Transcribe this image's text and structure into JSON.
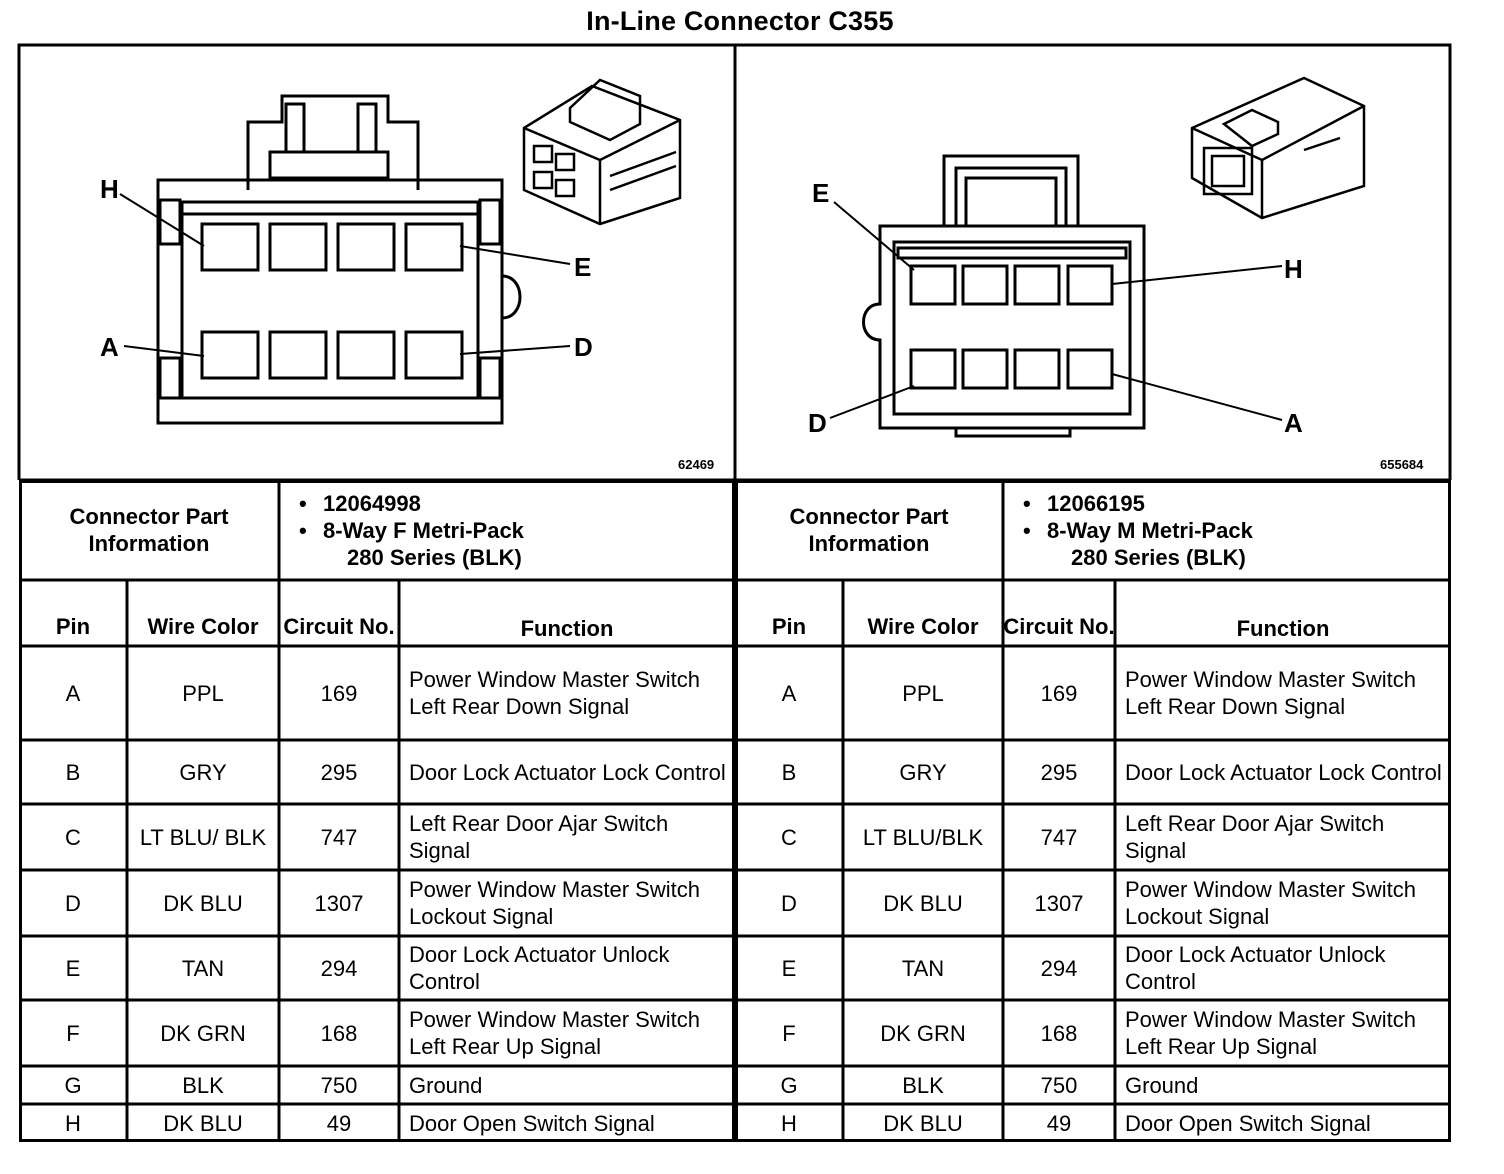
{
  "title": "In-Line Connector C355",
  "left": {
    "figure_number": "62469",
    "pin_callouts": [
      "H",
      "E",
      "A",
      "D"
    ],
    "part_header": "Connector Part Information",
    "part_number": "12064998",
    "part_desc_line1": "8-Way F Metri-Pack",
    "part_desc_line2": "280 Series (BLK)",
    "headers": {
      "pin": "Pin",
      "wire_color": "Wire Color",
      "circuit": "Circuit No.",
      "function": "Function"
    },
    "rows": [
      {
        "pin": "A",
        "color": "PPL",
        "circuit": "169",
        "function": "Power Window Master Switch Left Rear Down Signal"
      },
      {
        "pin": "B",
        "color": "GRY",
        "circuit": "295",
        "function": "Door Lock Actuator Lock Control"
      },
      {
        "pin": "C",
        "color": "LT BLU/ BLK",
        "circuit": "747",
        "function": "Left Rear Door Ajar Switch Signal"
      },
      {
        "pin": "D",
        "color": "DK BLU",
        "circuit": "1307",
        "function": "Power Window Master Switch Lockout Signal"
      },
      {
        "pin": "E",
        "color": "TAN",
        "circuit": "294",
        "function": "Door Lock Actuator Unlock Control"
      },
      {
        "pin": "F",
        "color": "DK GRN",
        "circuit": "168",
        "function": "Power Window Master Switch Left Rear Up Signal"
      },
      {
        "pin": "G",
        "color": "BLK",
        "circuit": "750",
        "function": "Ground"
      },
      {
        "pin": "H",
        "color": "DK BLU",
        "circuit": "49",
        "function": "Door Open Switch Signal"
      }
    ]
  },
  "right": {
    "figure_number": "655684",
    "pin_callouts": [
      "E",
      "H",
      "D",
      "A"
    ],
    "part_header": "Connector Part Information",
    "part_number": "12066195",
    "part_desc_line1": "8-Way M Metri-Pack",
    "part_desc_line2": "280 Series (BLK)",
    "headers": {
      "pin": "Pin",
      "wire_color": "Wire Color",
      "circuit": "Circuit No.",
      "function": "Function"
    },
    "rows": [
      {
        "pin": "A",
        "color": "PPL",
        "circuit": "169",
        "function": "Power Window Master Switch Left Rear Down Signal"
      },
      {
        "pin": "B",
        "color": "GRY",
        "circuit": "295",
        "function": "Door Lock Actuator Lock Control"
      },
      {
        "pin": "C",
        "color": "LT BLU/BLK",
        "circuit": "747",
        "function": "Left Rear Door Ajar Switch Signal"
      },
      {
        "pin": "D",
        "color": "DK BLU",
        "circuit": "1307",
        "function": "Power Window Master Switch Lockout Signal"
      },
      {
        "pin": "E",
        "color": "TAN",
        "circuit": "294",
        "function": "Door Lock Actuator Unlock Control"
      },
      {
        "pin": "F",
        "color": "DK GRN",
        "circuit": "168",
        "function": "Power Window Master Switch Left Rear Up Signal"
      },
      {
        "pin": "G",
        "color": "BLK",
        "circuit": "750",
        "function": "Ground"
      },
      {
        "pin": "H",
        "color": "DK BLU",
        "circuit": "49",
        "function": "Door Open Switch Signal"
      }
    ]
  }
}
